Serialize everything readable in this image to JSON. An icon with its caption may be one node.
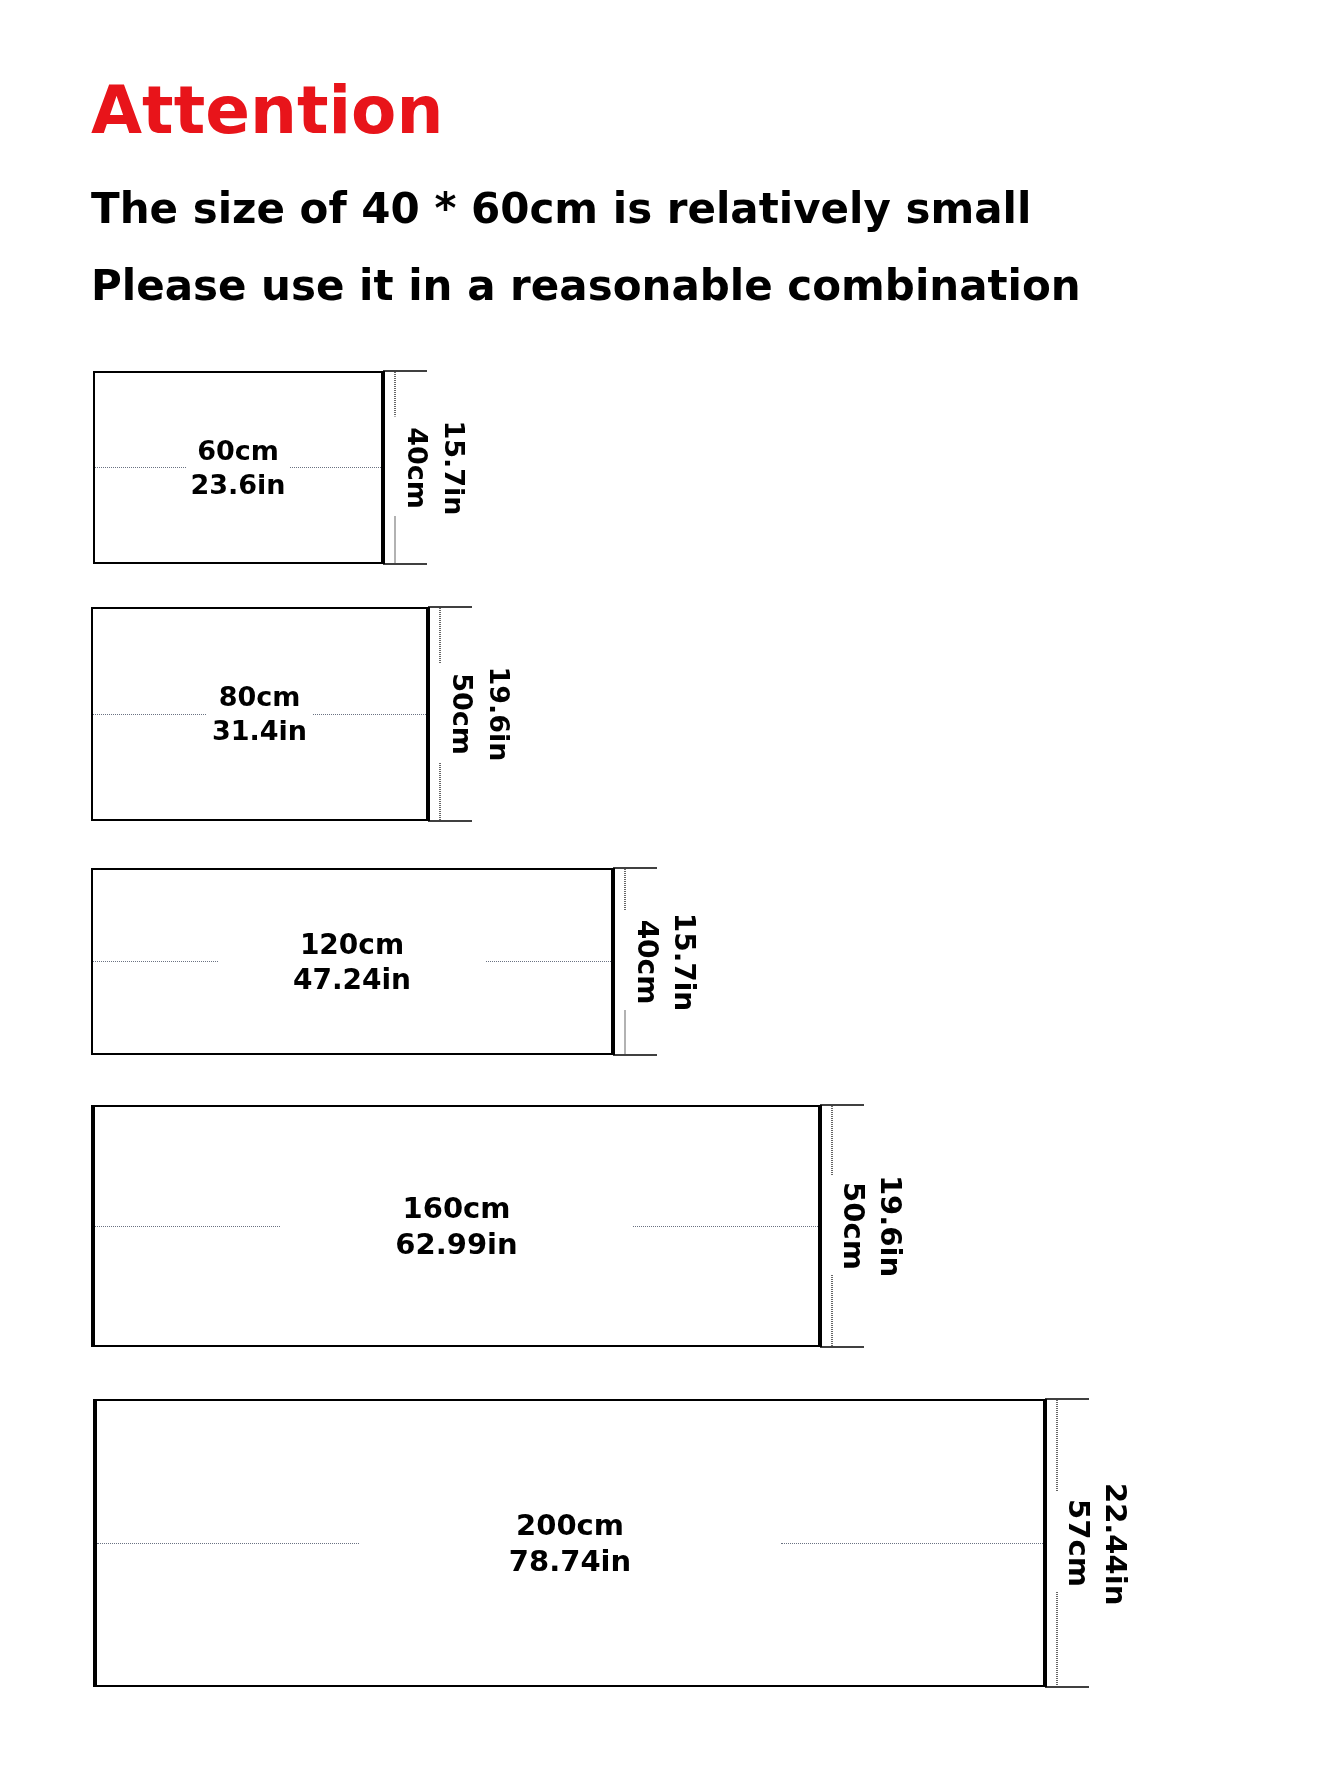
{
  "diagram": {
    "title": "Attention",
    "nodes": [
      {
        "text": [
          "60cm",
          "23.6in"
        ],
        "beside": [
          "40cm",
          "15.7in"
        ]
      },
      {
        "text": [
          "80cm",
          "31.4in"
        ],
        "beside": [
          "50cm",
          "19.6in"
        ]
      },
      {
        "text": [
          "120cm",
          "47.24in"
        ],
        "beside": [
          "40cm",
          "15.7in"
        ]
      },
      {
        "text": [
          "160cm",
          "62.99in"
        ],
        "beside": [
          "50cm",
          "19.6in"
        ]
      },
      {
        "text": [
          "200cm",
          "78.74in"
        ],
        "beside": [
          "57cm",
          "22.44in"
        ]
      }
    ],
    "labels": [
      "The size of 40 * 60cm is relatively small",
      "Please use it in a reasonable combination"
    ]
  }
}
